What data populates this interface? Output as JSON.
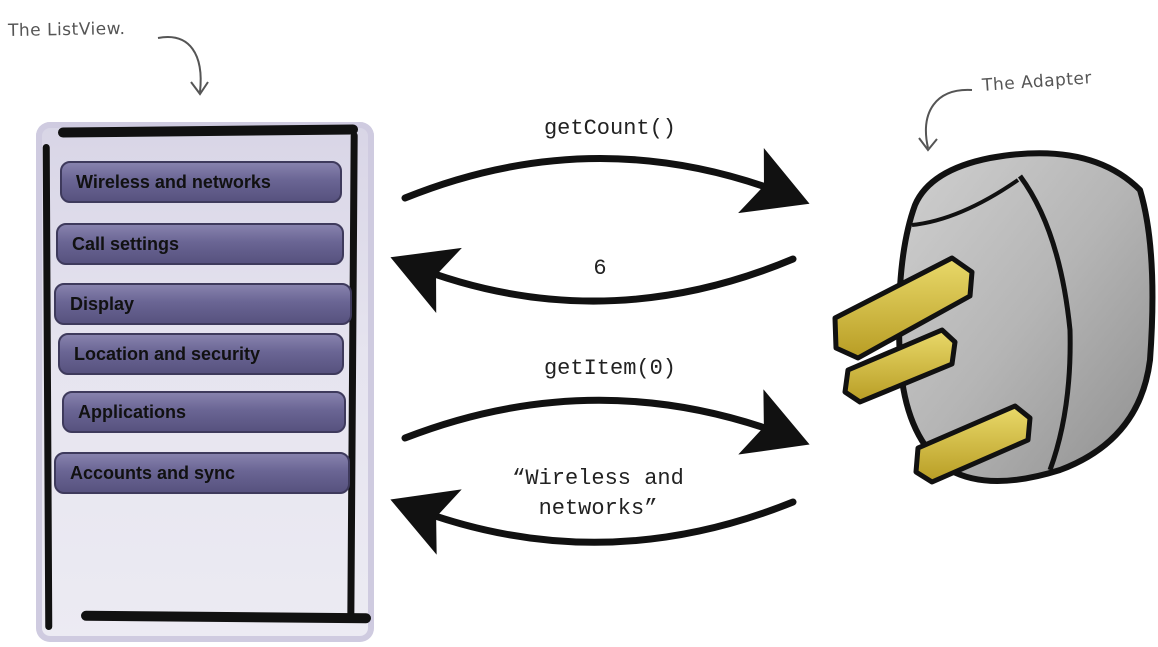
{
  "annotations": {
    "listview_note": "The ListView.",
    "adapter_note": "The Adapter"
  },
  "listview": {
    "items": [
      {
        "label": "Wireless and networks"
      },
      {
        "label": "Call settings"
      },
      {
        "label": "Display"
      },
      {
        "label": "Location and security"
      },
      {
        "label": "Applications"
      },
      {
        "label": "Accounts and sync"
      }
    ]
  },
  "exchange": {
    "get_count": "getCount()",
    "count_result": "6",
    "get_item": "getItem(0)",
    "item_result_line1": "“Wireless and",
    "item_result_line2": "networks”"
  },
  "colors": {
    "list_item": "#6a6594",
    "adapter_body": "#b9b9b9",
    "adapter_prong": "#d8c23e",
    "outline": "#111111"
  }
}
